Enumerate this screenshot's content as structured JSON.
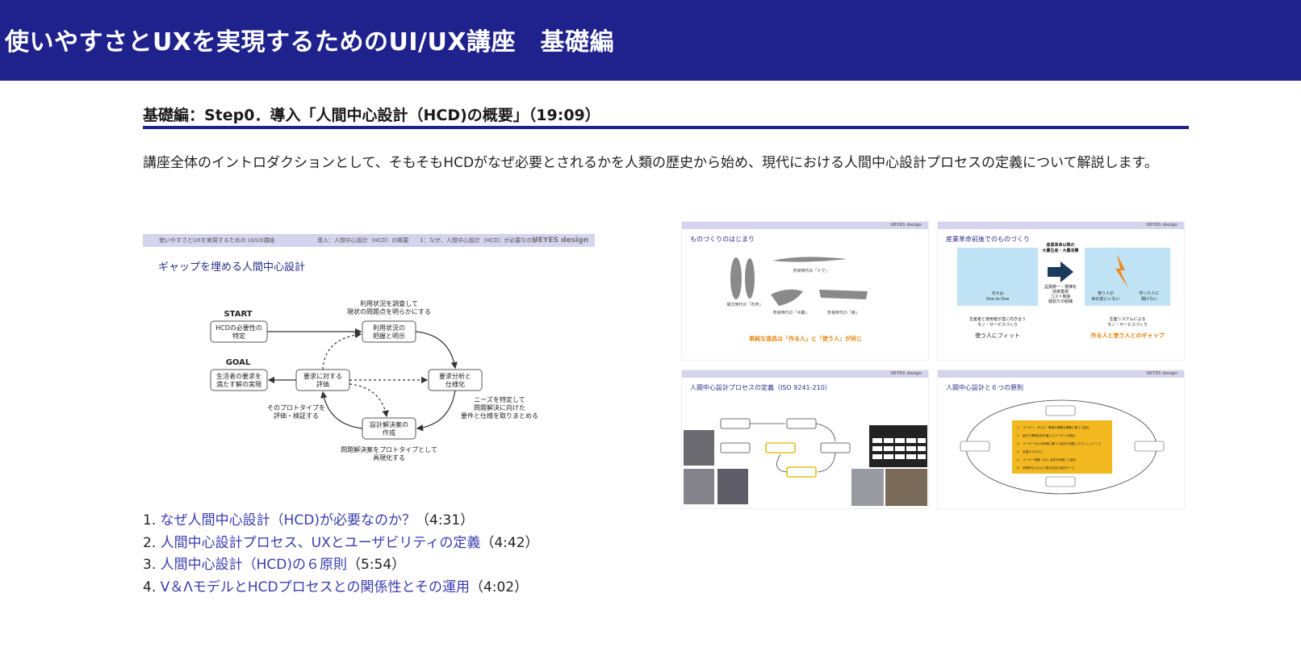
{
  "header": {
    "title": "使いやすさとUXを実現するためのUI/UX講座　基礎編"
  },
  "section": {
    "title": "基礎編：Step0．導入「人間中心設計（HCD)の概要」（19:09）",
    "description": "講座全体のイントロダクションとして、そもそもHCDがなぜ必要とされるかを人類の歴史から始め、現代における人間中心設計プロセスの定義について解説します。"
  },
  "main_slide": {
    "bar_left": "使いやすさとUXを実現するための UI/UX講座",
    "bar_mid": "導入：人間中心設計（HCD）の概要　　1：なぜ、人間中心設計（HCD）が必要なのか？",
    "brand": "UEYES design",
    "title": "ギャップを埋める人間中心設計",
    "start": "START",
    "goal": "GOAL",
    "box_hcd": [
      "HCDの必要性の",
      "特定"
    ],
    "box_goal": [
      "生活者の要求を",
      "満たす解の実現"
    ],
    "box_context": [
      "利用状況の",
      "把握と明示"
    ],
    "box_eval": [
      "要求に対する",
      "評価"
    ],
    "box_req": [
      "要求分析と",
      "仕様化"
    ],
    "box_design": [
      "設計解決案の",
      "作成"
    ],
    "note_top": [
      "利用状況を調査して",
      "現状の問題点を明らかにする"
    ],
    "note_right": [
      "ニーズを特定して",
      "問題解決に向けた",
      "要件と仕様を取りまとめる"
    ],
    "note_left": [
      "そのプロトタイプを",
      "評価・検証する"
    ],
    "note_bottom": [
      "問題解決案をプロトタイプとして",
      "具現化する"
    ]
  },
  "thumbs": [
    {
      "title": "ものづくりのはじまり",
      "labels": [
        "縄文時代の「石斧」",
        "奈良時代の「ドグ」",
        "奈良時代の「木鋤」",
        "奈良時代の「鍬」"
      ],
      "caption": "単純な道具は「作る人」と「使う人」が同じ",
      "brand": "UEYES design"
    },
    {
      "title": "産業革命前後でのものづくり",
      "top_note": [
        "産業革命以降の",
        "大量生産・大量消費"
      ],
      "left_panel": [
        "元々は",
        "One to One"
      ],
      "mid_note": [
        "品質統一・規律化",
        "効率重視",
        "コスト競争",
        "縦割りの組織"
      ],
      "right_panel": [
        "使う人が",
        "目の前にいない",
        "作った人に",
        "聞けない"
      ],
      "left_caption": [
        "生産者と使用者が直に向き合う",
        "モノ・サービスづくり",
        "使う人にフィット"
      ],
      "right_caption": [
        "生産システムによる",
        "モノ・サービスづくり",
        "作る人と使う人とのギャップ"
      ],
      "brand": "UEYES design"
    },
    {
      "title": "人間中心設計プロセスの定義（ISO 9241-210）",
      "brand": "UEYES design"
    },
    {
      "title": "人間中心設計と６つの原則",
      "principles": [
        "1.　ユーザー、タスク、環境の明確な理解に基づく設計",
        "2.　設計と開発全体を通したユーザーの参加",
        "3.　ユーザー中心の評価に基づく設計の改善とブラッシュアップ",
        "4.　反復のプロセス",
        "5.　ユーザー体験（UX）全体を考慮した設計",
        "6.　学際的なスキルと視点を含む設計チーム"
      ],
      "brand": "UEYES design"
    }
  ],
  "chapters": [
    {
      "num": "1. ",
      "link": "なぜ人間中心設計（HCD)が必要なのか？",
      "time": "（4:31）"
    },
    {
      "num": "2. ",
      "link": "人間中心設計プロセス、UXとユーザビリティの定義",
      "time": "（4:42）"
    },
    {
      "num": "3. ",
      "link": "人間中心設計（HCD)の６原則",
      "time": "（5:54）"
    },
    {
      "num": "4. ",
      "link": "V＆ΛモデルとHCDプロセスとの関係性とその運用",
      "time": "（4:02）"
    }
  ]
}
